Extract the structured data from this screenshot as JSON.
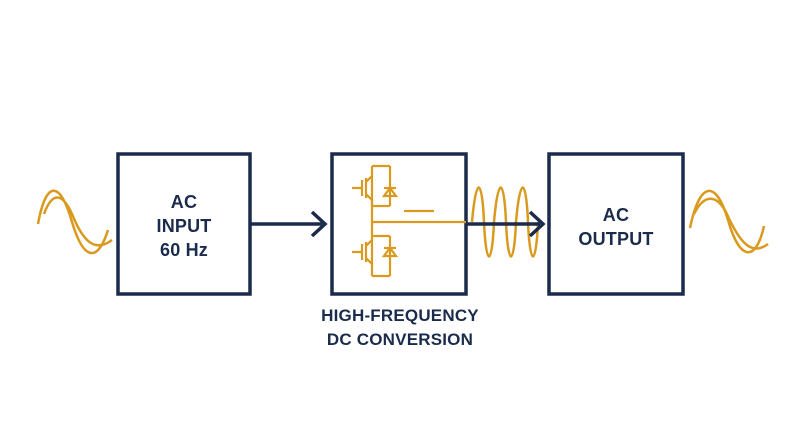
{
  "colors": {
    "navy": "#1a2b4c",
    "gold": "#d99a1f"
  },
  "blocks": {
    "input": {
      "lines": [
        "AC",
        "INPUT",
        "60 Hz"
      ]
    },
    "converter": {
      "caption_lines": [
        "HIGH-FREQUENCY",
        "DC CONVERSION"
      ]
    },
    "output": {
      "lines": [
        "AC",
        "OUTPUT"
      ]
    }
  }
}
